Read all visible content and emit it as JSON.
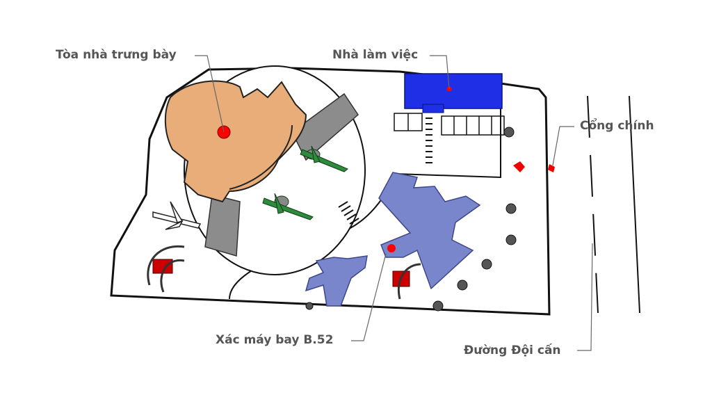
{
  "labels": {
    "exhibition_building": "Tòa nhà trưng bày",
    "office_building": "Nhà làm việc",
    "main_gate": "Cổng chính",
    "b52_wreck": "Xác máy bay B.52",
    "doi_can_street": "Đường Đội cấn"
  },
  "colors": {
    "exhibition": "#e8ad78",
    "office": "#1f2fe6",
    "planes": "#7a86cc",
    "marker": "#ff0000",
    "jets": "#2e8b3c",
    "path": "#8c8c8c",
    "label": "#555555"
  }
}
